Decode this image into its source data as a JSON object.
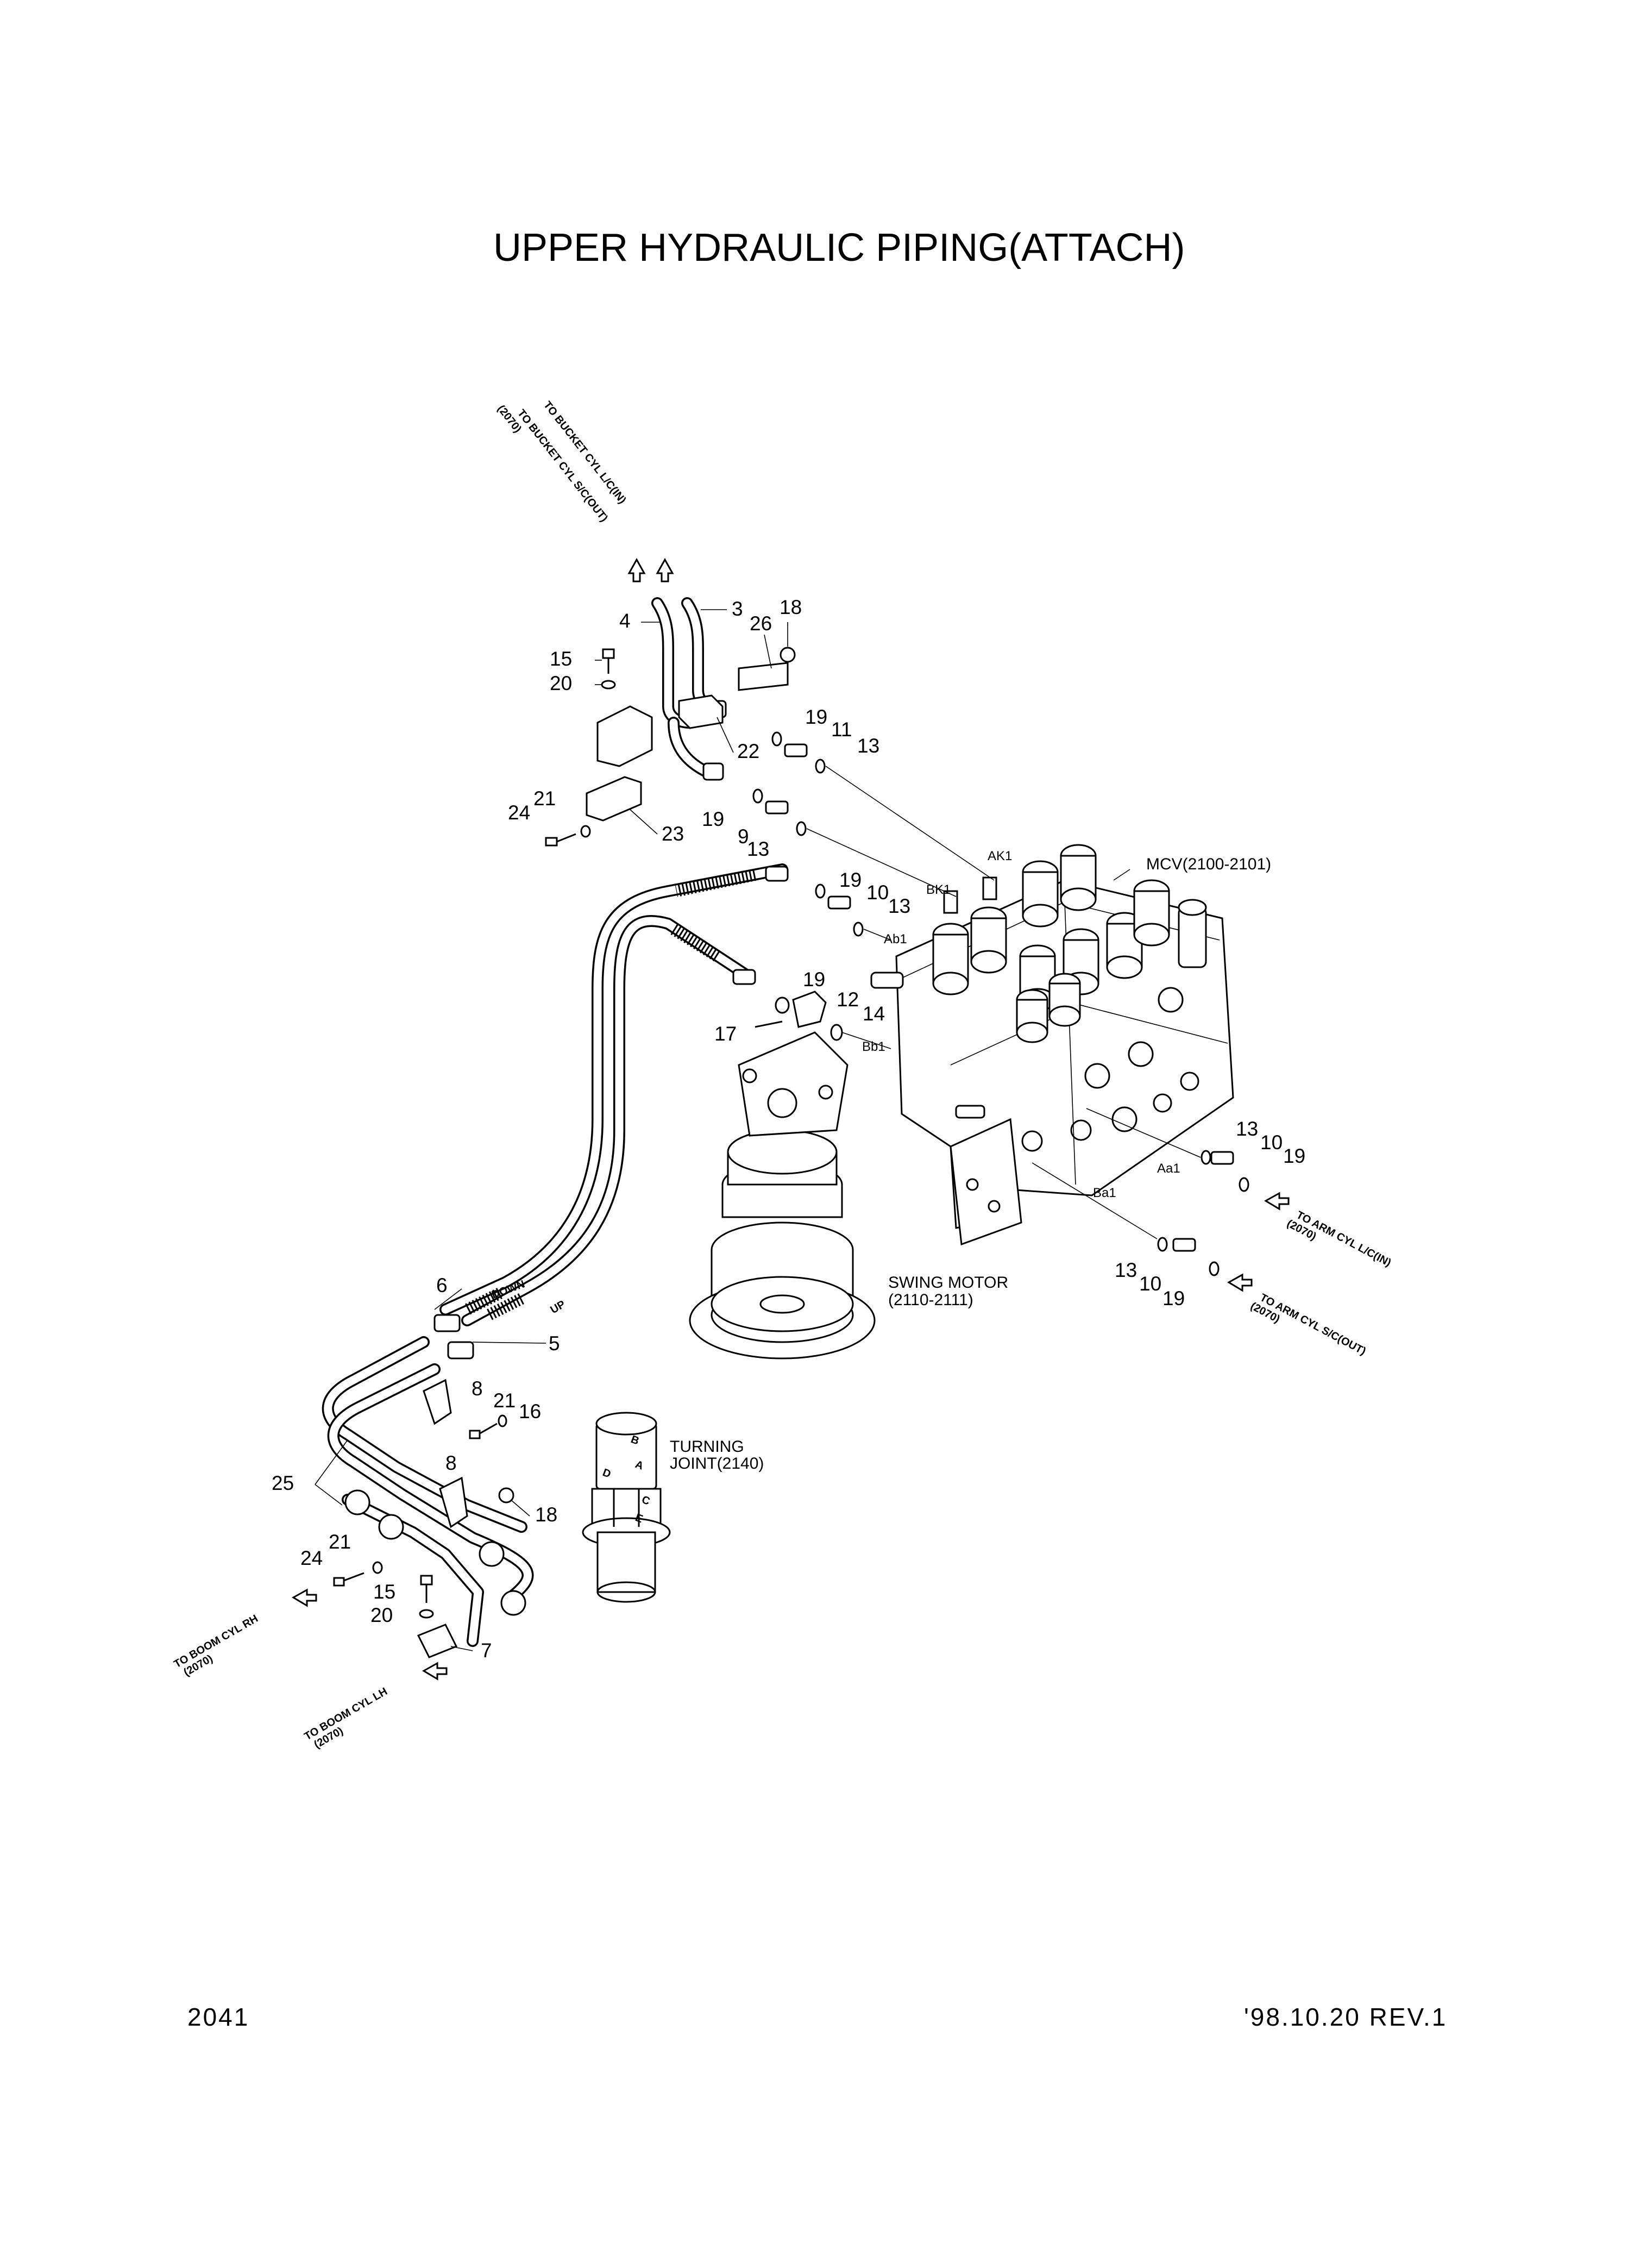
{
  "title": "UPPER HYDRAULIC PIPING(ATTACH)",
  "footer": {
    "page": "2041",
    "revision": "'98.10.20 REV.1"
  },
  "assemblies": {
    "mcv": "MCV(2100-2101)",
    "swing_motor_1": "SWING MOTOR",
    "swing_motor_2": "(2110-2111)",
    "turning_joint_1": "TURNING",
    "turning_joint_2": "JOINT(2140)"
  },
  "ports": {
    "ak1": "AK1",
    "bk1": "BK1",
    "ab1": "Ab1",
    "bb1": "Bb1",
    "aa1": "Aa1",
    "ba1": "Ba1"
  },
  "hose_tags": {
    "down": "DOWN",
    "up": "UP"
  },
  "destinations": {
    "bucket_in": "TO BUCKET CYL L/C(IN)",
    "bucket_out": "TO BUCKET CYL S/C(OUT)",
    "bucket_ref": "(2070)",
    "arm_in": "TO ARM CYL L/C(IN)",
    "arm_in_ref": "(2070)",
    "arm_out": "TO ARM CYL S/C(OUT)",
    "arm_out_ref": "(2070)",
    "boom_rh": "TO BOOM CYL RH",
    "boom_rh_ref": "(2070)",
    "boom_lh": "TO BOOM CYL LH",
    "boom_lh_ref": "(2070)"
  },
  "callouts": [
    "3",
    "4",
    "26",
    "18",
    "15",
    "20",
    "22",
    "19",
    "11",
    "13",
    "21",
    "24",
    "23",
    "19",
    "9",
    "13",
    "19",
    "10",
    "13",
    "12",
    "14",
    "19",
    "17",
    "13",
    "10",
    "19",
    "13",
    "10",
    "19",
    "6",
    "5",
    "8",
    "21",
    "16",
    "25",
    "8",
    "18",
    "21",
    "24",
    "15",
    "20",
    "7"
  ],
  "turning_joint_letters": [
    "B",
    "A",
    "C",
    "D",
    "E"
  ]
}
